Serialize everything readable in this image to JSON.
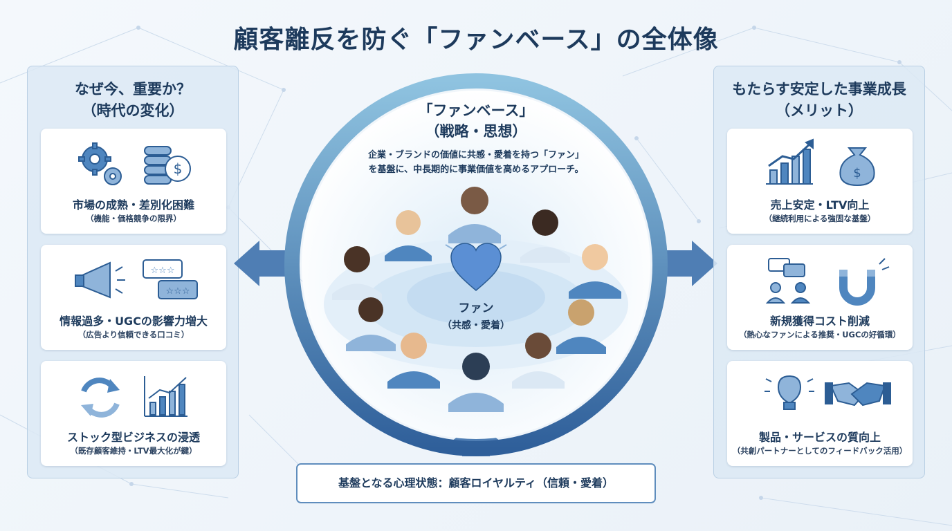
{
  "title": "顧客離反を防ぐ「ファンベース」の全体像",
  "colors": {
    "title": "#1d3a5c",
    "ring": "#4f86bf",
    "icon_dark": "#2c5d94",
    "icon_light": "#8fb4da",
    "heart": "#5b8fd4",
    "panel_bg": "#dce9f5"
  },
  "left_panel": {
    "heading_line1": "なぜ今、重要か？",
    "heading_line2": "（時代の変化）",
    "cards": [
      {
        "title": "市場の成熟・差別化困難",
        "subtitle": "（機能・価格競争の限界）",
        "icons": [
          "gears-icon",
          "coins-dollar-icon"
        ]
      },
      {
        "title": "情報過多・UGCの影響力増大",
        "subtitle": "（広告より信頼できる口コミ）",
        "icons": [
          "megaphone-icon",
          "review-stars-icon"
        ]
      },
      {
        "title": "ストック型ビジネスの浸透",
        "subtitle": "（既存顧客維持・LTV最大化が鍵）",
        "icons": [
          "refresh-cycle-icon",
          "growth-chart-icon"
        ]
      }
    ]
  },
  "right_panel": {
    "heading_line1": "もたらす安定した事業成長",
    "heading_line2": "（メリット）",
    "cards": [
      {
        "title": "売上安定・LTV向上",
        "subtitle": "（継続利用による強固な基盤）",
        "icons": [
          "rising-chart-icon",
          "money-bag-icon"
        ]
      },
      {
        "title": "新規獲得コスト削減",
        "subtitle": "（熱心なファンによる推奨・UGCの好循環）",
        "icons": [
          "people-chat-icon",
          "magnet-icon"
        ]
      },
      {
        "title": "製品・サービスの質向上",
        "subtitle": "（共創パートナーとしてのフィードバック活用）",
        "icons": [
          "lightbulb-icon",
          "handshake-icon"
        ]
      }
    ]
  },
  "center": {
    "heading_line1": "「ファンベース」",
    "heading_line2": "（戦略・思想）",
    "desc_line1": "企業・ブランドの価値に共感・愛着を持つ「ファン」",
    "desc_line2": "を基盤に、中長期的に事業価値を高めるアプローチ。",
    "fan_label": "ファン",
    "fan_sub": "（共感・愛着）",
    "people_icon": "person-icon",
    "heart_icon": "heart-icon"
  },
  "bottom": {
    "label": "基盤となる心理状態：顧客ロイヤルティ（信頼・愛着）"
  }
}
